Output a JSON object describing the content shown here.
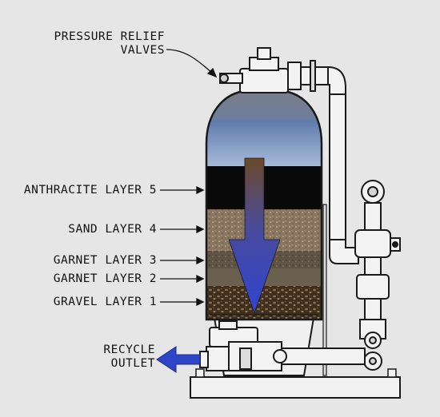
{
  "labels": {
    "pressure_relief_line1": "PRESSURE RELIEF",
    "pressure_relief_line2": "VALVES",
    "anthracite": "ANTHRACITE LAYER 5",
    "sand": "SAND LAYER 4",
    "garnet3": "GARNET LAYER 3",
    "garnet2": "GARNET LAYER 2",
    "gravel": "GRAVEL LAYER 1",
    "recycle_line1": "RECYCLE",
    "recycle_line2": "OUTLET"
  },
  "colors": {
    "background": "#e6e6e6",
    "water_top": "#5f7aa9",
    "water_bottom": "#9fb4d6",
    "anthracite": "#0a0a0a",
    "sand": "#8d7a62",
    "garnet": "#5d5346",
    "gravel": "#4b3a28",
    "flow_arrow": "#2e45c8",
    "pipe": "#f4f4f4",
    "outline": "#1a1a1a"
  },
  "icons": {
    "flow_arrow": "down-arrow-icon",
    "outlet_arrow": "left-arrow-icon"
  }
}
